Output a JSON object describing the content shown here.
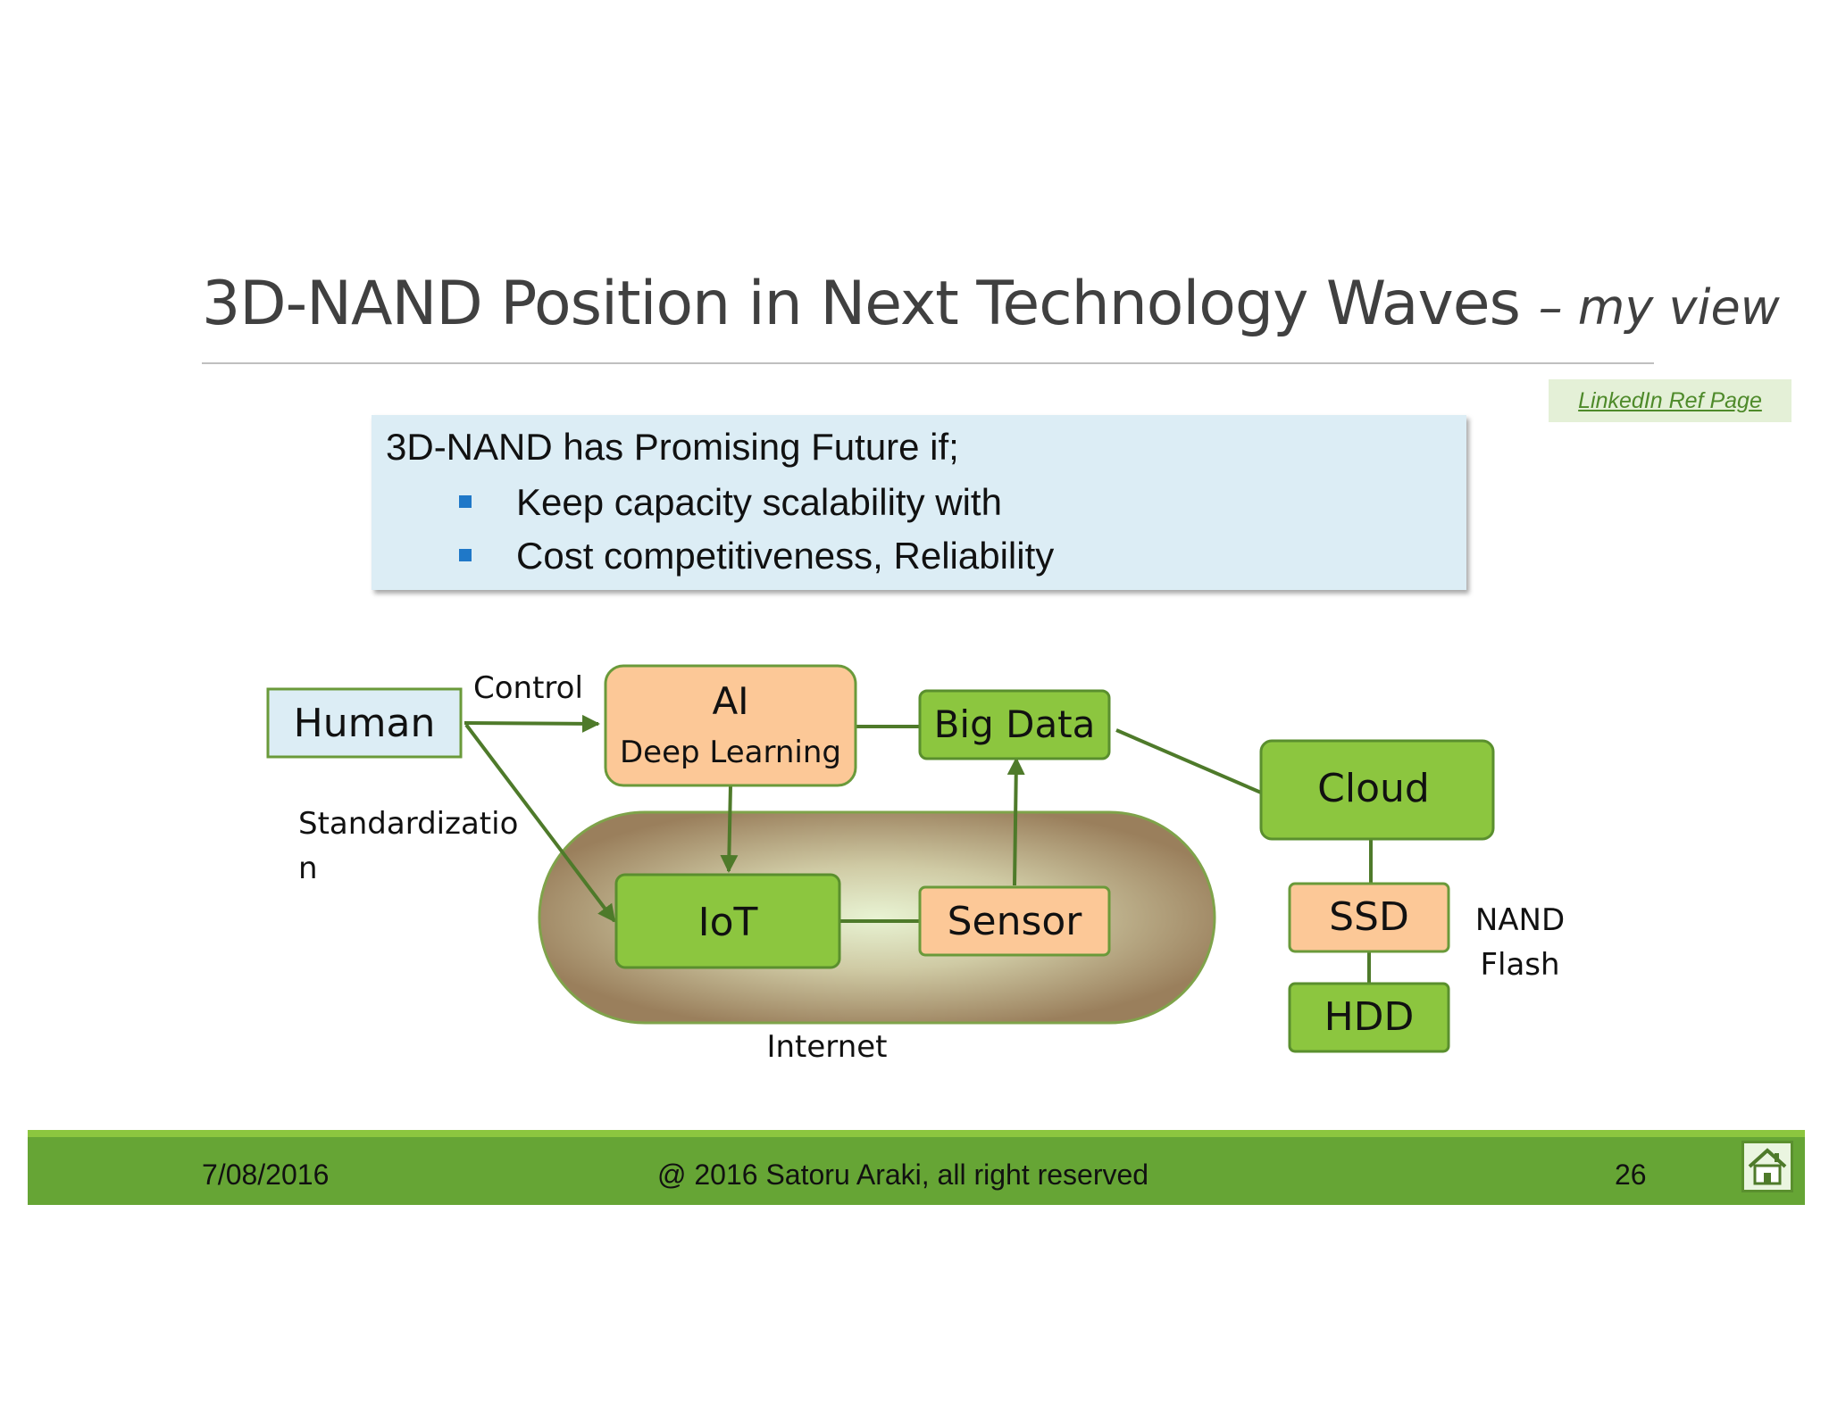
{
  "slide": {
    "title": "3D-NAND Position in Next Technology Waves",
    "title_suffix": "– my view",
    "ref_link": "LinkedIn Ref Page"
  },
  "callout": {
    "heading": "3D-NAND has Promising Future if;",
    "bullets": [
      "Keep capacity scalability with",
      "Cost competitiveness, Reliability"
    ]
  },
  "diagram": {
    "nodes": {
      "human": "Human",
      "ai_line1": "AI",
      "ai_line2": "Deep Learning",
      "big_data": "Big Data",
      "cloud": "Cloud",
      "iot": "IoT",
      "sensor": "Sensor",
      "ssd": "SSD",
      "hdd": "HDD"
    },
    "labels": {
      "control": "Control",
      "standardization_1": "Standardizatio",
      "standardization_2": "n",
      "internet": "Internet",
      "nand_1": "NAND",
      "nand_2": "Flash"
    },
    "edges": [
      {
        "from": "Human",
        "to": "AI"
      },
      {
        "from": "Human",
        "to": "IoT"
      },
      {
        "from": "AI",
        "to": "IoT"
      },
      {
        "from": "Sensor",
        "to": "Big Data"
      },
      {
        "from": "AI",
        "to": "Big Data"
      },
      {
        "from": "Big Data",
        "to": "Cloud"
      },
      {
        "from": "IoT",
        "to": "Sensor"
      },
      {
        "from": "Cloud",
        "to": "SSD"
      },
      {
        "from": "SSD",
        "to": "HDD"
      }
    ]
  },
  "colors": {
    "green_box": "#8cc63f",
    "orange_box": "#fcc897",
    "human_box": "#dcedf5",
    "line": "#4e7a2a",
    "footer": "#66a535"
  },
  "footer": {
    "date": "7/08/2016",
    "copyright": "@ 2016 Satoru Araki, all right reserved",
    "page": "26",
    "home_icon": "home-icon"
  }
}
